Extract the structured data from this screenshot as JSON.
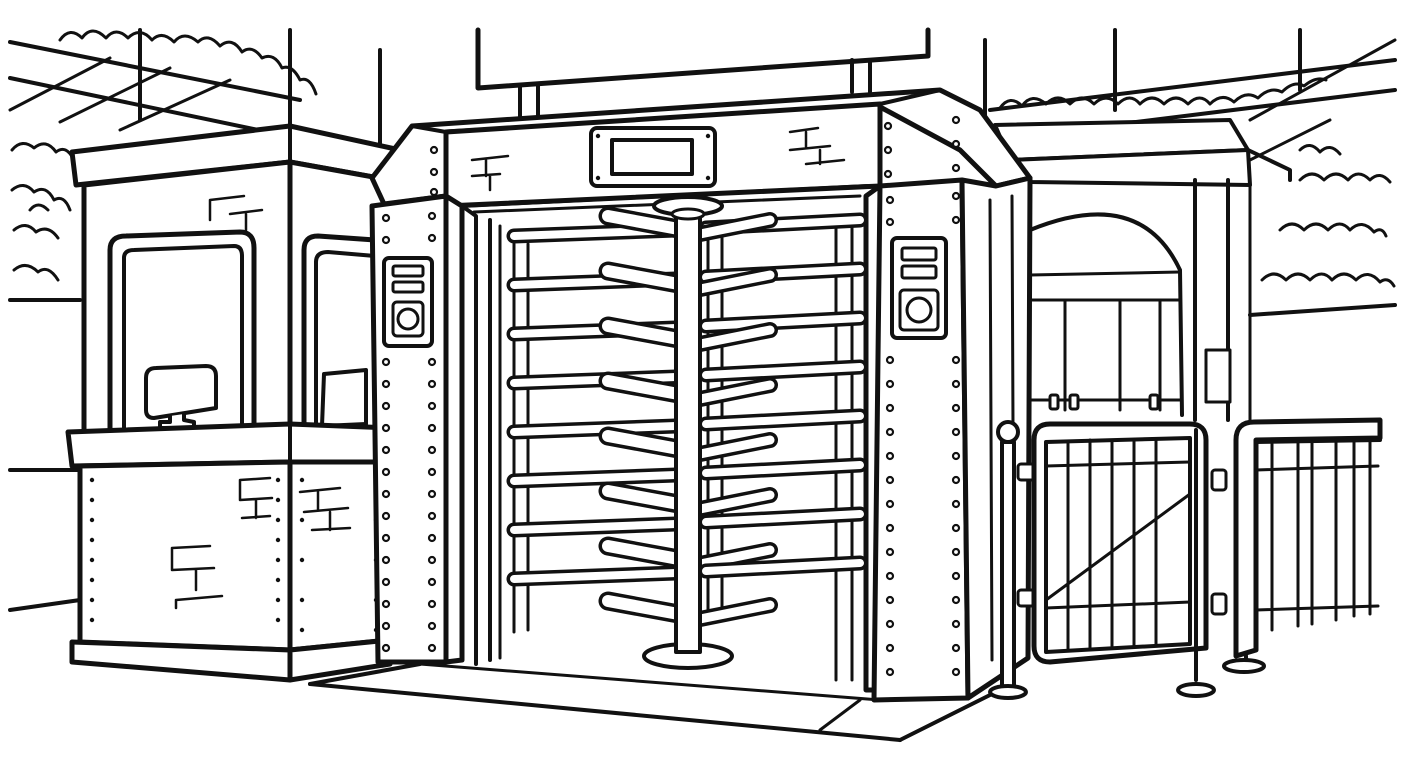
{
  "scene": {
    "style": "black-and-white line-art coloring page",
    "background_color": "#ffffff",
    "line_color": "#111111"
  },
  "subjects": {
    "ticket_booth": {
      "icon": "ticket-booth-icon"
    },
    "turnstile": {
      "icon": "full-height-turnstile-icon",
      "rotor_arms_per_side": 8
    },
    "card_readers": {
      "icon": "card-reader-icon",
      "count": 2
    },
    "side_gate": {
      "icon": "swing-gate-icon"
    },
    "fence": {
      "icon": "metal-fence-icon"
    },
    "overhead_sign": {
      "icon": "blank-sign-icon"
    },
    "crowd": {
      "icon": "crowd-silhouette-icon"
    }
  }
}
